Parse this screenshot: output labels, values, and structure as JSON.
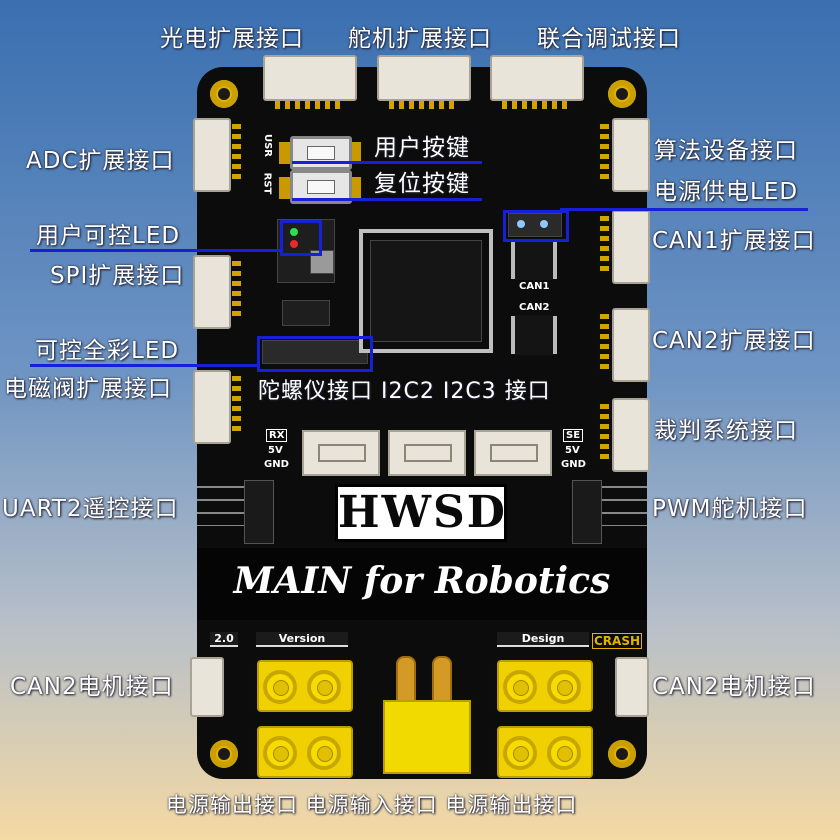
{
  "labels": {
    "top_left": "光电扩展接口",
    "top_mid": "舵机扩展接口",
    "top_right": "联合调试接口",
    "adc": "ADC扩展接口",
    "user_led": "用户可控LED",
    "spi": "SPI扩展接口",
    "rgb_led": "可控全彩LED",
    "valve": "电磁阀扩展接口",
    "uart2": "UART2遥控接口",
    "can2_motor_left": "CAN2电机接口",
    "user_key": "用户按键",
    "reset_key": "复位按键",
    "i2c": "陀螺仪接口 I2C2 I2C3 接口",
    "algo": "算法设备接口",
    "power_led": "电源供电LED",
    "can1": "CAN1扩展接口",
    "can2_ext": "CAN2扩展接口",
    "referee": "裁判系统接口",
    "pwm": "PWM舵机接口",
    "can2_motor_right": "CAN2电机接口",
    "bottom": "电源输出接口 电源输入接口 电源输出接口"
  },
  "board": {
    "logo": "HWSD",
    "title": "MAIN for Robotics",
    "usr": "USR",
    "rst": "RST",
    "can1": "CAN1",
    "can2": "CAN2",
    "rx": "RX",
    "v5": "5V",
    "gnd": "GND",
    "se": "SE",
    "version_num": "2.0",
    "version": "Version",
    "design": "Design",
    "crash": "CRASH"
  },
  "colors": {
    "board": "#0c0c0c",
    "gold": "#e3b100",
    "highlight": "#1620d8",
    "xt60": "#f0d000"
  }
}
